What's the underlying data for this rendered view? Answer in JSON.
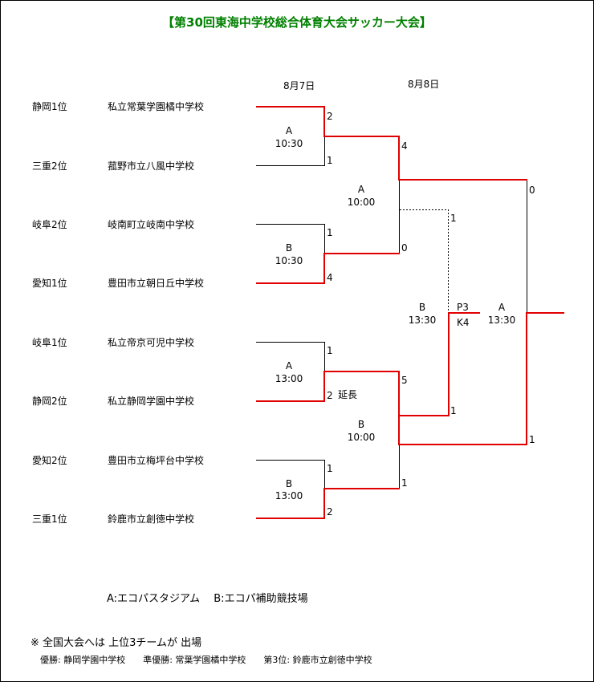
{
  "title": "【第30回東海中学校総合体育大会サッカー大会】",
  "dates": {
    "day1": "8月7日",
    "day2": "8月8日"
  },
  "teams": [
    {
      "seed": "静岡1位",
      "name": "私立常葉学園橘中学校"
    },
    {
      "seed": "三重2位",
      "name": "菰野市立八風中学校"
    },
    {
      "seed": "岐阜2位",
      "name": "岐南町立岐南中学校"
    },
    {
      "seed": "愛知1位",
      "name": "豊田市立朝日丘中学校"
    },
    {
      "seed": "岐阜1位",
      "name": "私立帝京可児中学校"
    },
    {
      "seed": "静岡2位",
      "name": "私立静岡学園中学校"
    },
    {
      "seed": "愛知2位",
      "name": "豊田市立梅坪台中学校"
    },
    {
      "seed": "三重1位",
      "name": "鈴鹿市立創徳中学校"
    }
  ],
  "matches": {
    "r1m1": {
      "venue": "A",
      "time": "10:30",
      "top_score": "2",
      "bottom_score": "1"
    },
    "r1m2": {
      "venue": "B",
      "time": "10:30",
      "top_score": "1",
      "bottom_score": "4"
    },
    "r1m3": {
      "venue": "A",
      "time": "13:00",
      "top_score": "1",
      "bottom_score": "2",
      "note": "延長"
    },
    "r1m4": {
      "venue": "B",
      "time": "13:00",
      "top_score": "1",
      "bottom_score": "2"
    },
    "sf1": {
      "venue": "A",
      "time": "10:00",
      "top_score": "4",
      "bottom_score": "0"
    },
    "sf2": {
      "venue": "B",
      "time": "10:00",
      "top_score": "5",
      "bottom_score": "1"
    },
    "third": {
      "venue": "B",
      "time": "13:30",
      "top_score": "1",
      "bottom_score": "1",
      "pk_top": "P3",
      "pk_bottom": "K4"
    },
    "final": {
      "venue": "A",
      "time": "13:30",
      "top_score": "0",
      "bottom_score": "1"
    }
  },
  "venues_legend": "A:エコパスタジアム　 B:エコパ補助競技場",
  "note": "※ 全国大会へは 上位3チームが 出場",
  "results": "優勝: 静岡学園中学校　　準優勝: 常葉学園橘中学校　　第3位: 鈴鹿市立創徳中学校",
  "colors": {
    "winner_line": "#e00000",
    "normal_line": "#000000",
    "title": "#008000"
  }
}
